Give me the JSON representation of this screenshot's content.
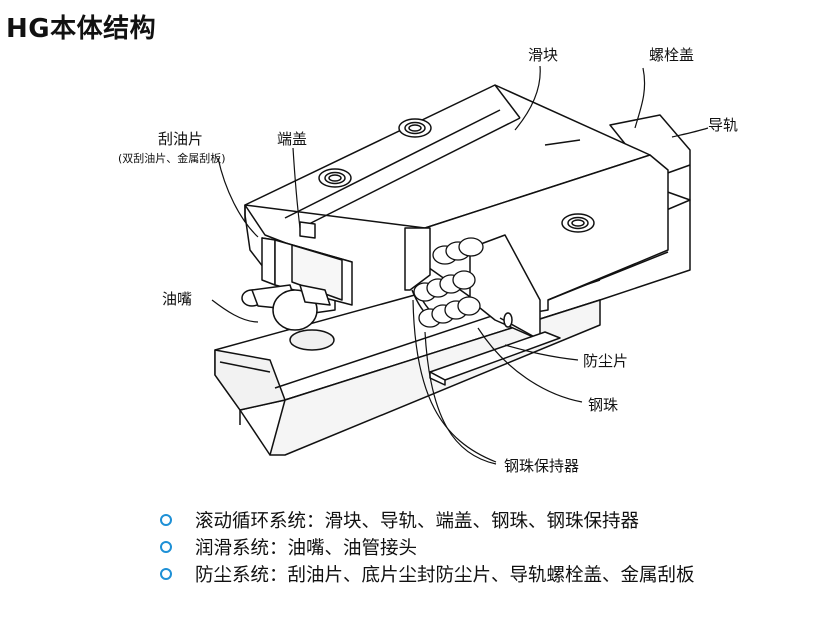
{
  "title": "HG本体结构",
  "labels": {
    "slider": "滑块",
    "bolt_cap": "螺栓盖",
    "rail": "导轨",
    "end_seal": "刮油片",
    "end_seal_note": "(双刮油片、金属刮板)",
    "end_cap": "端盖",
    "grease_nipple": "油嘴",
    "dust_seal": "防尘片",
    "ball": "钢珠",
    "retainer": "钢珠保持器"
  },
  "features": [
    "滚动循环系统：滑块、导轨、端盖、钢珠、钢珠保持器",
    "润滑系统：油嘴、油管接头",
    "防尘系统：刮油片、底片尘封防尘片、导轨螺栓盖、金属刮板"
  ],
  "colors": {
    "bullet": "#1e90d6",
    "line": "#111111",
    "fill": "#ffffff",
    "shade": "#e6e6e6"
  }
}
